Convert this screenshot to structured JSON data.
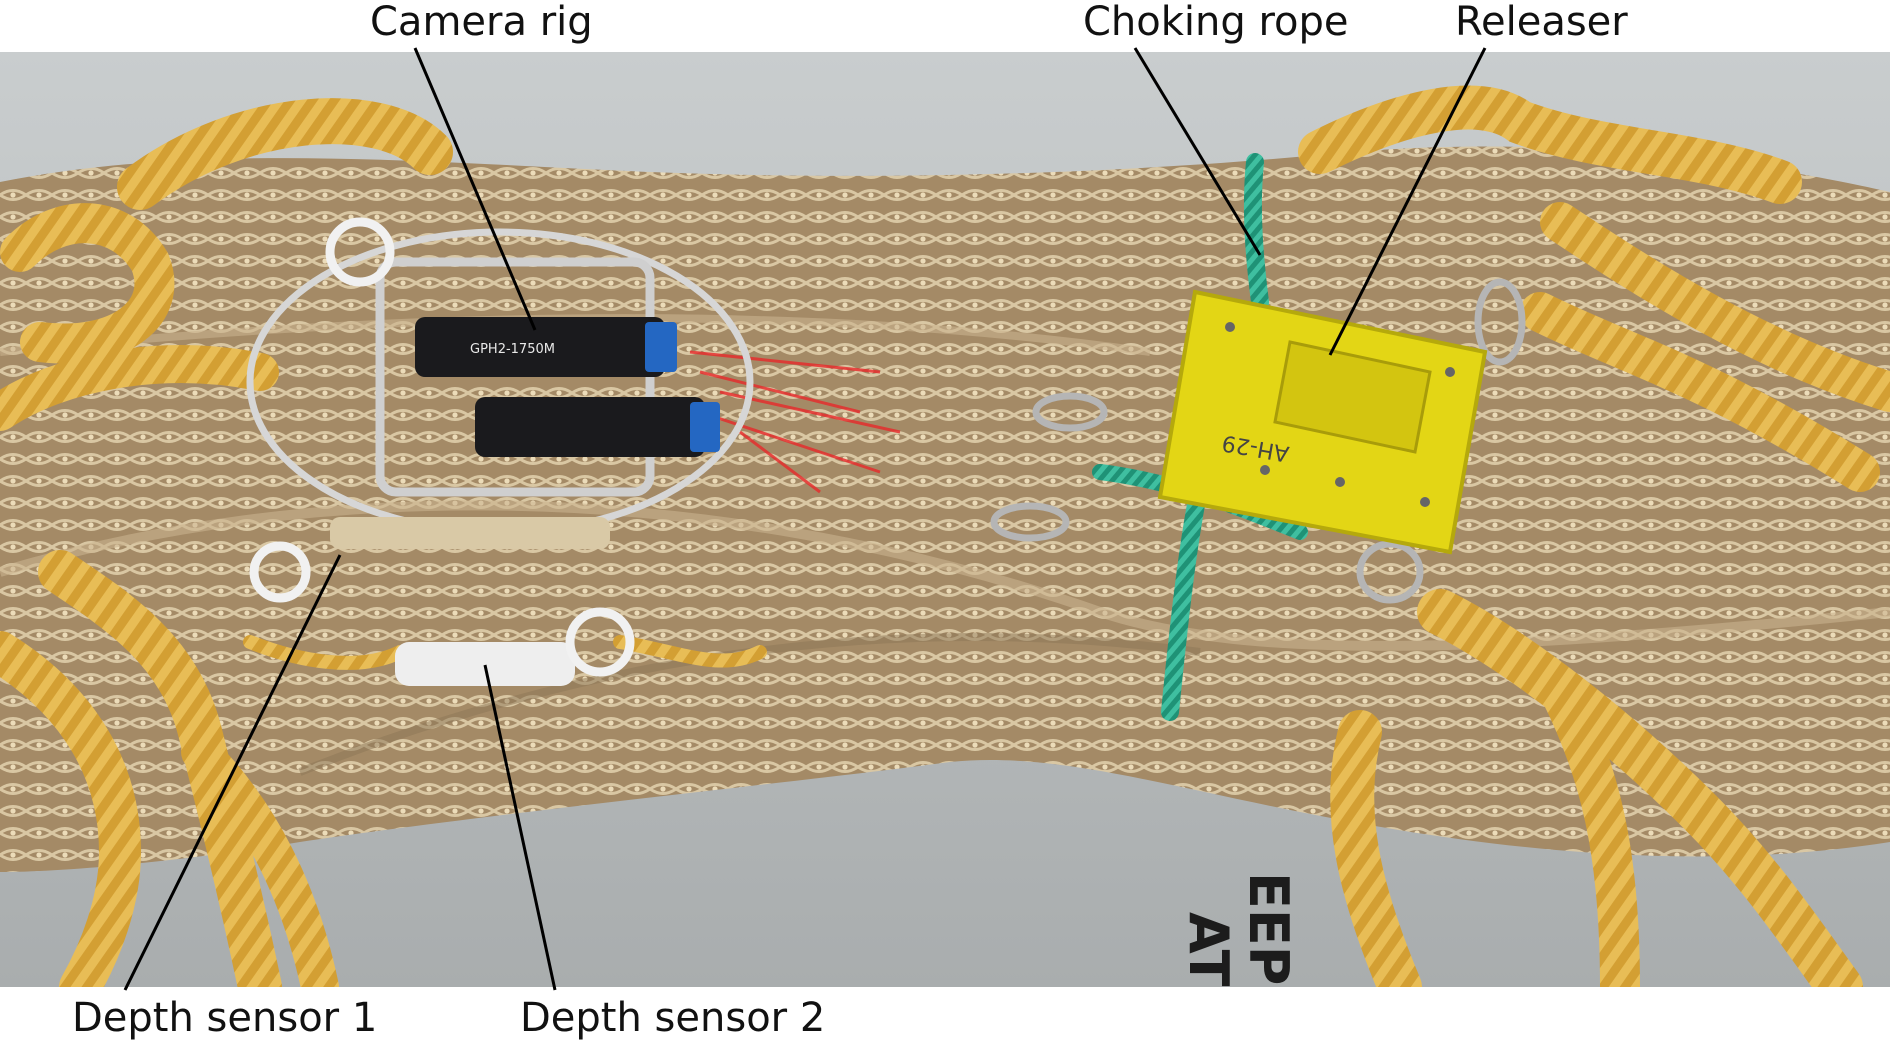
{
  "labels": {
    "camera_rig": "Camera rig",
    "choking_rope": "Choking rope",
    "releaser": "Releaser",
    "depth_sensor_1": "Depth sensor 1",
    "depth_sensor_2": "Depth sensor 2"
  },
  "photo_text": {
    "camera_model": "GPH2-1750M",
    "releaser_id": "AH-29",
    "deck_stencil_line1": "EEP CL",
    "deck_stencil_line2": "AT SE"
  },
  "colors": {
    "deck": "#b8bcbd",
    "net": "#b39a76",
    "rope_yellow": "#d8a63a",
    "choking_rope": "#2aa586",
    "releaser": "#e3d615",
    "camera": "#1a1a1d",
    "camera_cap": "#2467c2",
    "laser": "#e8292b"
  }
}
